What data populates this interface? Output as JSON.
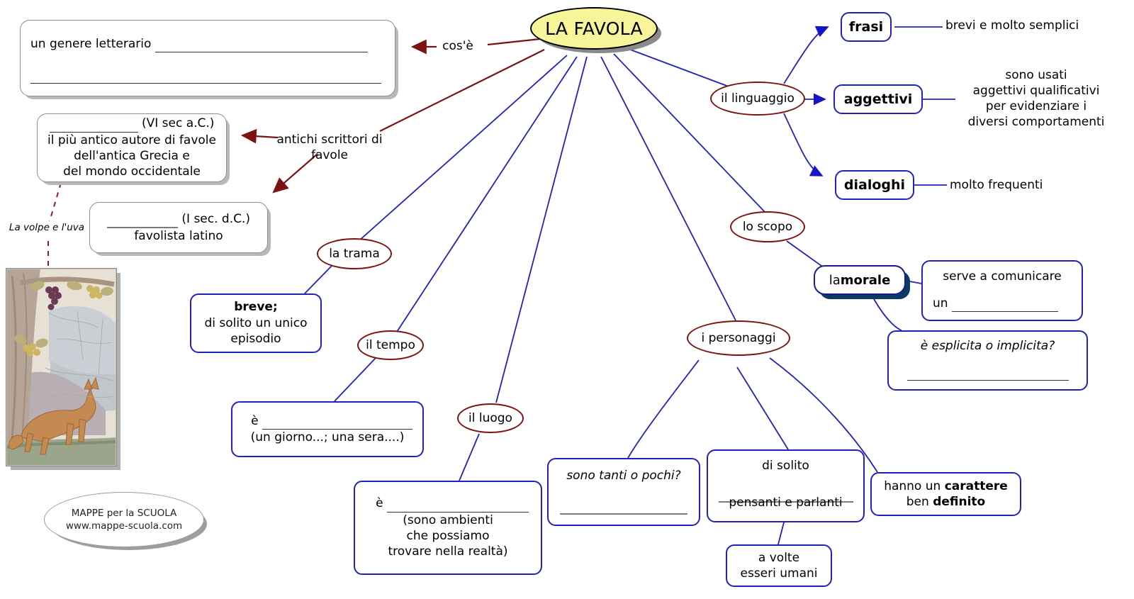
{
  "central": {
    "label": "LA FAVOLA",
    "fill": "#f7f49a",
    "stroke": "#000000"
  },
  "colors": {
    "blue_line": "#2222bb",
    "dark_red": "#7d1212",
    "gray_box": "#8f8f8f",
    "navy_shadow": "#0b3a66"
  },
  "edge_labels": {
    "cose": "cos'è",
    "antichi_1": "antichi scrittori di",
    "antichi_2": "favole"
  },
  "boxes": {
    "genere": {
      "text": "un genere letterario",
      "line1": "",
      "line2": ""
    },
    "esopo": {
      "blank": "",
      "after_blank": "(VI sec a.C.)",
      "l1": "il più antico autore di favole",
      "l2": "dell'antica Grecia e",
      "l3": "del mondo occidentale"
    },
    "fedro": {
      "blank": "",
      "after_blank": "(I sec. d.C.)",
      "l1": "favolista latino"
    },
    "trama_box": {
      "l1": "breve;",
      "l2": "di solito un unico",
      "l3": "episodio"
    },
    "tempo_box": {
      "prefix": "è",
      "l2": "(un giorno...; una sera....)"
    },
    "luogo_box": {
      "prefix": "è",
      "l2": "(sono ambienti",
      "l3": "che possiamo",
      "l4": "trovare nella realtà)"
    },
    "personaggi_quanti": {
      "l1": "sono tanti o pochi?"
    },
    "personaggi_solito": {
      "l1": "di solito",
      "l2": "pensanti e parlanti"
    },
    "personaggi_umani": {
      "l1": "a volte",
      "l2": "esseri umani"
    },
    "personaggi_carattere": {
      "l1a": "hanno un ",
      "l1b": "carattere",
      "l2a": "ben ",
      "l2b": "definito"
    },
    "morale_pill": {
      "l1a": "la ",
      "l1b": "morale"
    },
    "morale_serve": {
      "l1": "serve a comunicare",
      "l2": "un"
    },
    "morale_esplicita": {
      "l1": "è esplicita o implicita?"
    }
  },
  "ellipses": {
    "linguaggio": "il linguaggio",
    "scopo": "lo scopo",
    "trama": "la trama",
    "tempo": "il tempo",
    "luogo": "il luogo",
    "personaggi": "i personaggi"
  },
  "language_children": [
    {
      "label": "frasi",
      "note": "brevi e molto semplici"
    },
    {
      "label": "aggettivi",
      "note_lines": [
        "sono usati",
        "aggettivi qualificativi",
        "per evidenziare i",
        "diversi comportamenti"
      ]
    },
    {
      "label": "dialoghi",
      "note": "molto frequenti"
    }
  ],
  "notes": {
    "frasi_note": "brevi e molto semplici",
    "aggettivi_n1": "sono usati",
    "aggettivi_n2": "aggettivi qualificativi",
    "aggettivi_n3": "per evidenziare i",
    "aggettivi_n4": "diversi comportamenti",
    "dialoghi_note": "molto frequenti"
  },
  "illustration": {
    "caption": "La volpe e l'uva",
    "alt": "fresco of a fox looking at grapes"
  },
  "credit": {
    "line1": "MAPPE per la SCUOLA",
    "line2": "www.mappe-scuola.com"
  }
}
